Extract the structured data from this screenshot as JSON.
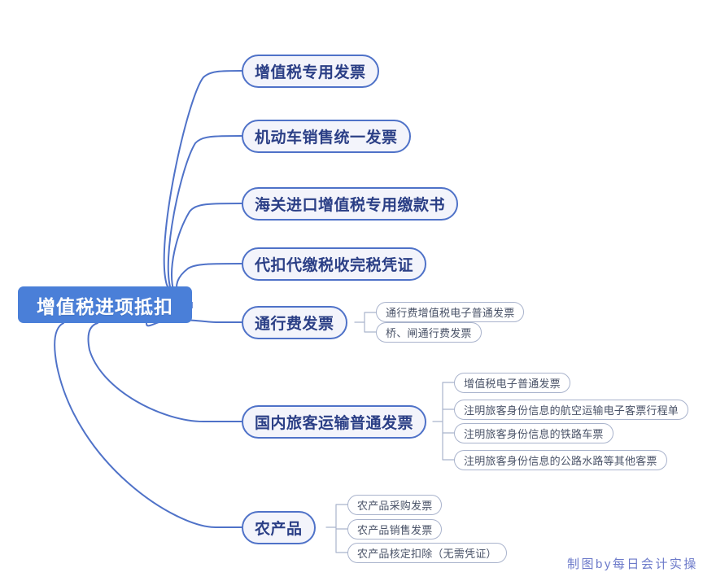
{
  "diagram": {
    "title": "增值税进项抵扣",
    "credit": "制图by每日会计实操",
    "colors": {
      "root_fill": "#4a7fd8",
      "root_text": "#ffffff",
      "branch_fill": "#f3f4fb",
      "branch_border": "#4f72c8",
      "branch_text": "#2b3f86",
      "leaf_fill": "#ffffff",
      "leaf_border": "#a9b3cc",
      "leaf_text": "#4a5368",
      "connector": "#4f72c8",
      "leaf_connector": "#a9b3cc",
      "credit_text": "#6b79c9",
      "background": "#ffffff"
    },
    "branches": [
      {
        "label": "增值税专用发票",
        "children": []
      },
      {
        "label": "机动车销售统一发票",
        "children": []
      },
      {
        "label": "海关进口增值税专用缴款书",
        "children": []
      },
      {
        "label": "代扣代缴税收完税凭证",
        "children": []
      },
      {
        "label": "通行费发票",
        "children": [
          "通行费增值税电子普通发票",
          "桥、闸通行费发票"
        ]
      },
      {
        "label": "国内旅客运输普通发票",
        "children": [
          "增值税电子普通发票",
          "注明旅客身份信息的航空运输电子客票行程单",
          "注明旅客身份信息的铁路车票",
          "注明旅客身份信息的公路水路等其他客票"
        ]
      },
      {
        "label": "农产品",
        "children": [
          "农产品采购发票",
          "农产品销售发票",
          "农产品核定扣除（无需凭证）"
        ]
      }
    ]
  }
}
